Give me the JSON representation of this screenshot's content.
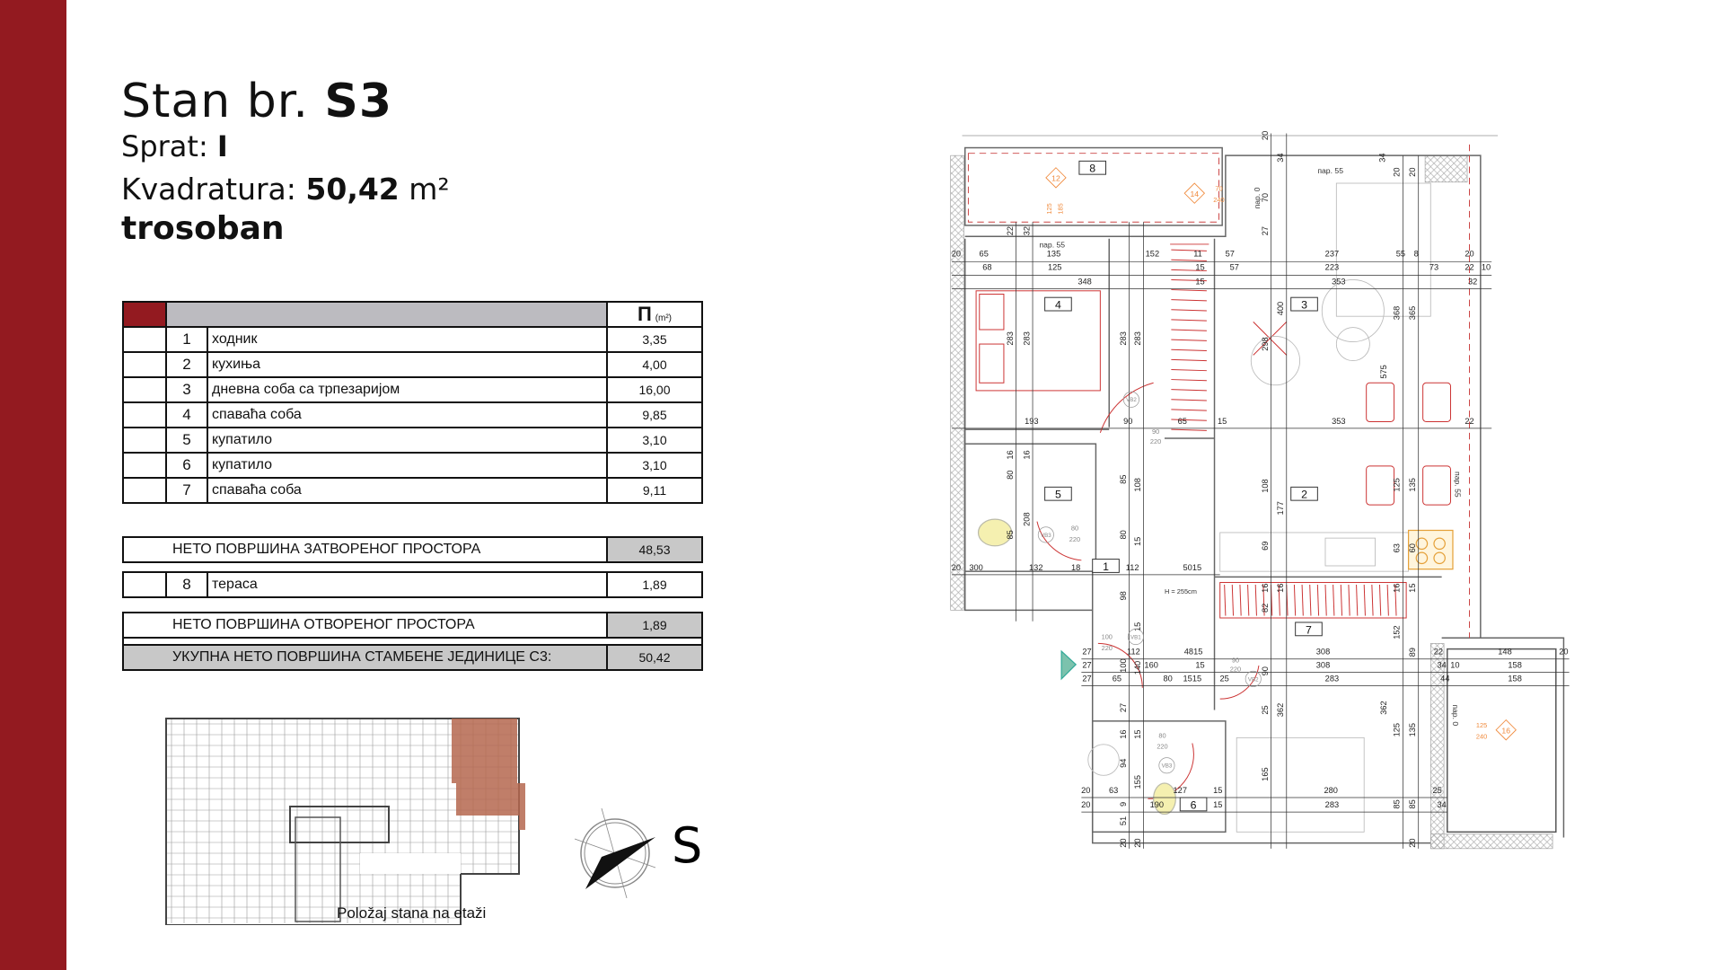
{
  "header": {
    "title_prefix": "Stan br. ",
    "title_code": "S3",
    "floor_label": "Sprat: ",
    "floor_value": "I",
    "area_label": "Kvadratura: ",
    "area_value": "50,42",
    "area_unit": " m²",
    "type": "trosoban"
  },
  "table": {
    "unit_symbol": "П",
    "unit": "(m²)",
    "rows": [
      {
        "num": "1",
        "name": "ходник",
        "area": "3,35"
      },
      {
        "num": "2",
        "name": "кухиња",
        "area": "4,00"
      },
      {
        "num": "3",
        "name": "дневна соба са трпезаријом",
        "area": "16,00"
      },
      {
        "num": "4",
        "name": "спаваћа соба",
        "area": "9,85"
      },
      {
        "num": "5",
        "name": "купатило",
        "area": "3,10"
      },
      {
        "num": "6",
        "name": "купатило",
        "area": "3,10"
      },
      {
        "num": "7",
        "name": "спаваћа соба",
        "area": "9,11"
      }
    ],
    "closed_total": {
      "label": "НЕТО ПОВРШИНА ЗАТВОРЕНОГ ПРОСТОРА",
      "value": "48,53"
    },
    "terrace": {
      "num": "8",
      "name": "тераса",
      "area": "1,89"
    },
    "open_total": {
      "label": "НЕТО ПОВРШИНА ОТВОРЕНОГ ПРОСТОРА",
      "value": "1,89"
    },
    "grand_total": {
      "label": "УКУПНА НЕТО ПОВРШИНА СТАМБЕНЕ ЈЕДИНИЦЕ С3:",
      "value": "50,42"
    }
  },
  "location": {
    "caption": "Položaj stana na etaži"
  },
  "compass": {
    "label": "S",
    "icon": "compass-icon"
  },
  "colors": {
    "accent": "#931a20",
    "header_grey": "#bcbbc0",
    "highlight": "#b5674f",
    "annotation": "#f08a3c"
  },
  "plan": {
    "rooms": [
      "8",
      "4",
      "3",
      "5",
      "2",
      "1",
      "7",
      "6"
    ],
    "notes": {
      "par55_a": "пар. 55",
      "par55_b": "пар. 55",
      "par0_a": "пар. 0",
      "par0_b": "пар. 0",
      "nar55": "пар. 55",
      "height": "H = 255cm"
    },
    "windows": [
      {
        "id": "12",
        "w": "125",
        "h": "185"
      },
      {
        "id": "14",
        "w": "70",
        "h": "240"
      },
      {
        "id": "16",
        "w": "125",
        "h": "240"
      }
    ],
    "doors": [
      {
        "id": "VB2",
        "w": "90",
        "h": "220"
      },
      {
        "id": "VB3",
        "w": "80",
        "h": "220"
      },
      {
        "id": "VB1",
        "w": "100",
        "h": "220"
      },
      {
        "id": "VB2",
        "w": "90",
        "h": "220"
      },
      {
        "id": "VB3",
        "w": "80",
        "h": "220"
      }
    ],
    "dims_h": [
      "20",
      "65",
      "135",
      "152",
      "11",
      "57",
      "237",
      "55",
      "8",
      "20",
      "68",
      "125",
      "15",
      "57",
      "223",
      "73",
      "22",
      "10",
      "348",
      "15",
      "353",
      "32",
      "193",
      "90",
      "65",
      "15",
      "353",
      "22",
      "20",
      "300",
      "132",
      "18",
      "112",
      "5015",
      "27",
      "112",
      "4815",
      "308",
      "22",
      "148",
      "20",
      "27",
      "160",
      "15",
      "308",
      "34",
      "10",
      "158",
      "27",
      "65",
      "80",
      "1515",
      "25",
      "283",
      "44",
      "158",
      "20",
      "63",
      "127",
      "15",
      "280",
      "25",
      "20",
      "190",
      "15",
      "283",
      "34"
    ],
    "dims_v": [
      "283",
      "283",
      "283",
      "283",
      "400",
      "368",
      "365",
      "575",
      "298",
      "108",
      "177",
      "125",
      "135",
      "16",
      "16",
      "80",
      "85",
      "108",
      "208",
      "85",
      "80",
      "15",
      "69",
      "63",
      "60",
      "98",
      "15",
      "16",
      "16",
      "82",
      "16",
      "15",
      "152",
      "89",
      "100",
      "140",
      "90",
      "27",
      "25",
      "362",
      "362",
      "125",
      "135",
      "16",
      "15",
      "94",
      "155",
      "165",
      "9",
      "51",
      "20",
      "20",
      "85",
      "85",
      "20",
      "27",
      "70",
      "32",
      "22",
      "20",
      "34",
      "34",
      "20",
      "20"
    ]
  }
}
